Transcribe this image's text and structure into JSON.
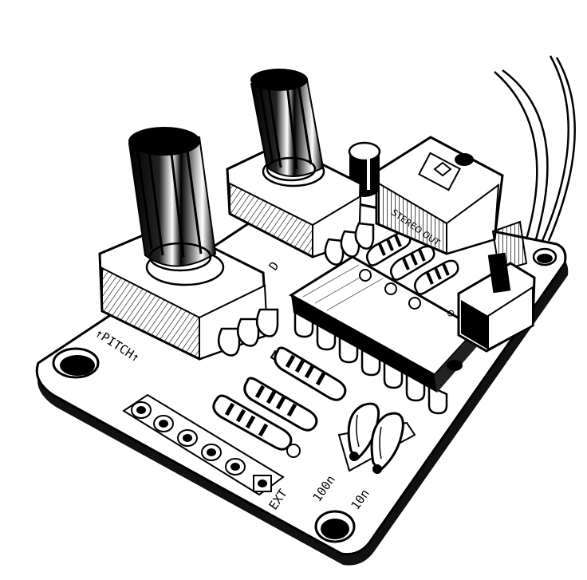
{
  "illustration": {
    "subject_icon": "synth-circuit-board-icon",
    "labels": {
      "pitch": "↑PITCH↑",
      "stereo_out": "STEREO OUT",
      "pot_mark": "D",
      "ext": "EXT",
      "cap_100n": "100n",
      "cap_10n": "10n",
      "switch_mark": "O"
    },
    "colors": {
      "ink": "#000000",
      "paper": "#ffffff",
      "board_shadow": "#111111",
      "grey": "#bfbfbf"
    }
  }
}
